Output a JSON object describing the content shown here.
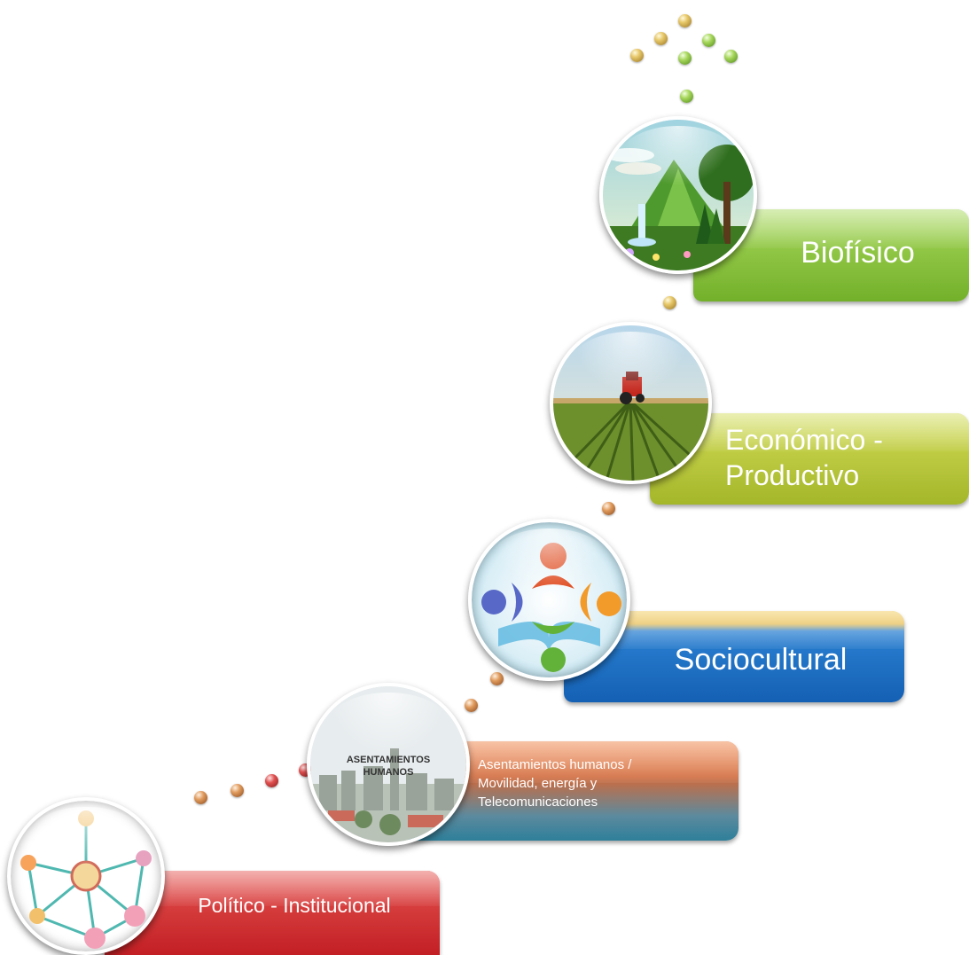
{
  "steps": [
    {
      "id": "biofisico",
      "label": "Biofísico",
      "color": "#8cc43a"
    },
    {
      "id": "economico",
      "label_line1": "Económico -",
      "label_line2": "Productivo",
      "color": "#b6c93a"
    },
    {
      "id": "sociocultural",
      "label": "Sociocultural",
      "color": "#1a72c8"
    },
    {
      "id": "asentamientos",
      "label_line1": "Asentamientos humanos /",
      "label_line2": "Movilidad, energía y",
      "label_line3": "Telecomunicaciones",
      "color": "#e0733a"
    },
    {
      "id": "politico",
      "label": "Político - Institucional",
      "color": "#cf2a2a"
    }
  ],
  "icons": {
    "biofisico": "landscape-icon",
    "economico": "tractor-field-icon",
    "sociocultural": "people-book-icon",
    "asentamientos": "city-icon",
    "politico": "network-icon"
  },
  "asentamientos_circle_text_line1": "ASENTAMIENTOS",
  "asentamientos_circle_text_line2": "HUMANOS"
}
